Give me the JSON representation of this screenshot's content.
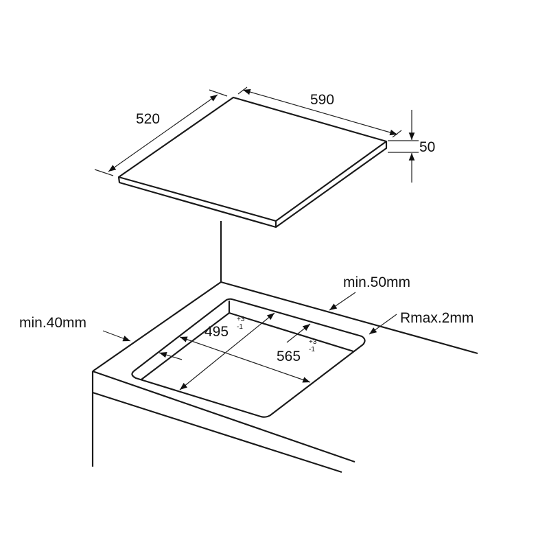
{
  "hob": {
    "width": "590",
    "depth": "520",
    "height": "50"
  },
  "cutout": {
    "depth": "495",
    "depth_tol_plus": "+3",
    "depth_tol_minus": "-1",
    "width": "565",
    "width_tol_plus": "+3",
    "width_tol_minus": "-1",
    "rear_clearance": "min.50mm",
    "front_clearance": "min.40mm",
    "corner_radius": "Rmax.2mm"
  }
}
